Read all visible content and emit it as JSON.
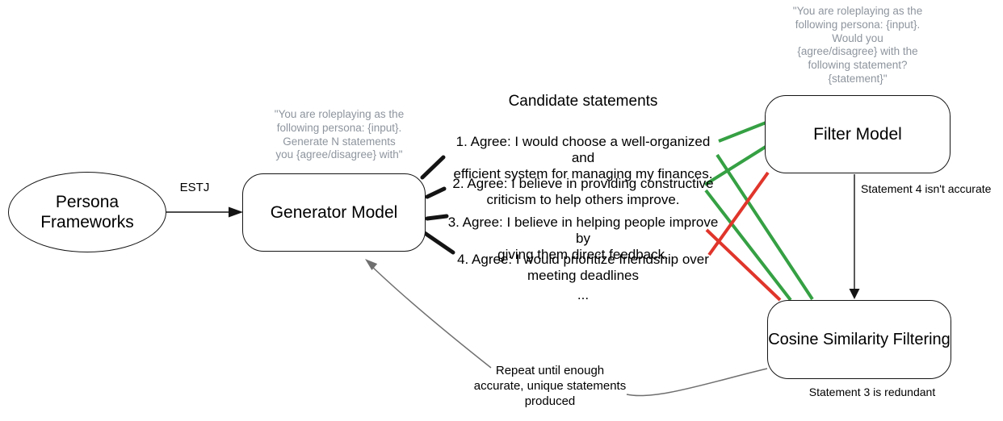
{
  "nodes": {
    "persona": {
      "line1": "Persona",
      "line2": "Frameworks"
    },
    "generator": {
      "label": "Generator Model"
    },
    "filter": {
      "label": "Filter Model"
    },
    "cosine": {
      "label": "Cosine Similarity Filtering"
    }
  },
  "prompts": {
    "generator": {
      "l1": "\"You are roleplaying as the",
      "l2": "following persona: {input}.",
      "l3": "Generate N statements",
      "l4": "you {agree/disagree} with\""
    },
    "filter": {
      "l1": "\"You are roleplaying as the",
      "l2": "following persona: {input}.",
      "l3": "Would you",
      "l4": "{agree/disagree} with the",
      "l5": "following statement?",
      "l6": "{statement}\""
    }
  },
  "statements": {
    "title": "Candidate statements",
    "items": [
      {
        "line1": "1. Agree: I would choose a well-organized and",
        "line2": "efficient system for managing my finances."
      },
      {
        "line1": "2. Agree: I believe in providing constructive",
        "line2": "criticism to help others improve."
      },
      {
        "line1": "3. Agree: I believe in helping people improve by",
        "line2": "giving them direct feedback."
      },
      {
        "line1": "4. Agree: I would prioritize friendship over",
        "line2": "meeting deadlines"
      }
    ],
    "more": "..."
  },
  "edges": {
    "estj_label": "ESTJ",
    "filter_note": "Statement 4 isn't accurate",
    "cosine_note": "Statement 3 is redundant"
  },
  "loop": {
    "l1": "Repeat until enough",
    "l2": "accurate, unique statements",
    "l3": "produced"
  },
  "colors": {
    "accept": "#35a043",
    "reject": "#e0352b",
    "black": "#141414",
    "gray": "#6f6f6f",
    "muted_text": "#8e959e"
  }
}
